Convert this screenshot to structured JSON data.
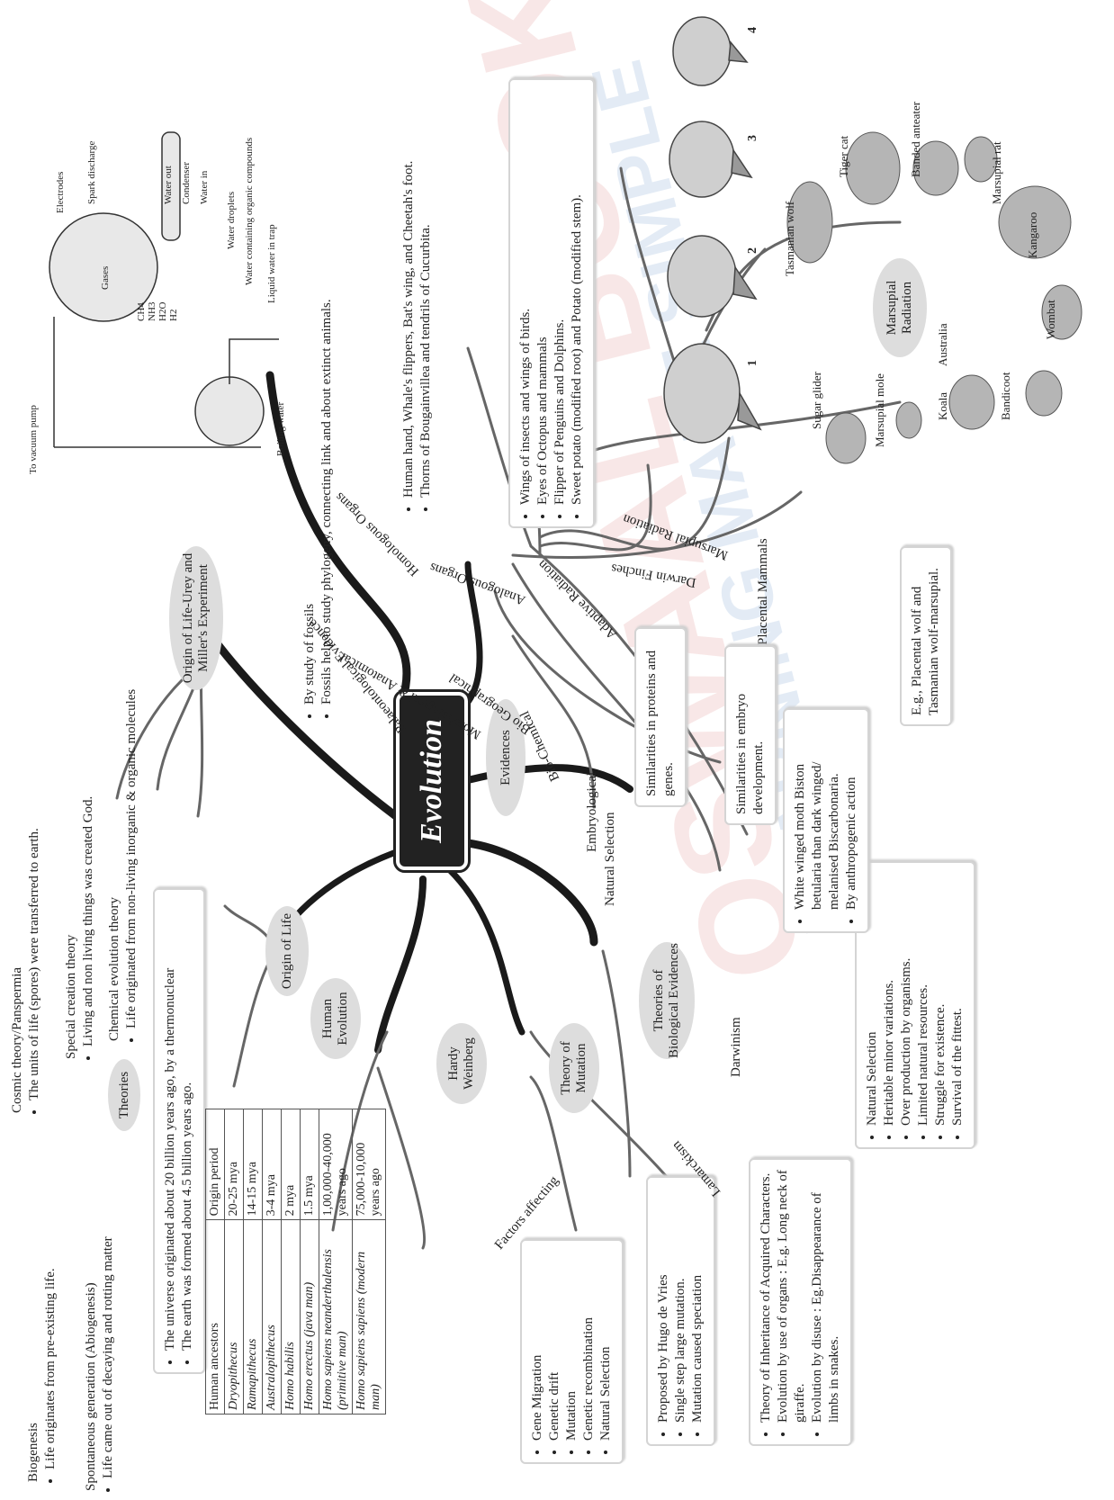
{
  "center_title": "Evolution",
  "watermark": [
    "OSWAAL BOOKS",
    "LEARNING MADE SIMPLE"
  ],
  "origin_of_life": {
    "label": "Origin of Life",
    "theories_label": "Theories",
    "theories": [
      {
        "title": "Cosmic theory/Panspermia",
        "point": "The units of life (spores) were transferred to earth."
      },
      {
        "title": "Special creation theory",
        "point": "Living and non living things was created God."
      },
      {
        "title": "Chemical evolution theory",
        "point": "Life originated from non-living inorganic & organic molecules"
      }
    ],
    "biogenesis": {
      "title": "Biogenesis",
      "point": "Life originates from pre-existing life."
    },
    "spontaneous": {
      "title": "Spontaneous generation (Abiogenesis)",
      "point": "Life came out of decaying and rotting matter"
    },
    "universe": [
      "The universe originated about 20 billion years ago, by a thermonuclear",
      "The earth was formed about 4.5 billion years ago."
    ]
  },
  "miller": {
    "label": "Origin of Life-Urey and Miller's Experiment",
    "apparatus_labels": [
      "Electrodes",
      "Spark discharge",
      "Gases",
      "Water out",
      "Condenser",
      "Water in",
      "Water droplets",
      "Water containing organic compounds",
      "Liquid water in trap",
      "Boiling water",
      "To vacuum pump"
    ],
    "gases": [
      "CH4",
      "NH3",
      "H2O",
      "H2"
    ]
  },
  "human_evolution": {
    "label": "Human Evolution",
    "table_header": [
      "Human ancestors",
      "Origin period"
    ],
    "table_rows": [
      [
        "Dryopithecus",
        "20-25 mya"
      ],
      [
        "Ramapithecus",
        "14-15 mya"
      ],
      [
        "Australopithecus",
        "3-4 mya"
      ],
      [
        "Homo habilis",
        "2 mya"
      ],
      [
        "Homo erectus (java man)",
        "1.5 mya"
      ],
      [
        "Homo sapiens neanderthalensis (primitive man)",
        "1,00,000-40,000 years ago"
      ],
      [
        "Homo sapiens sapiens (modern man)",
        "75,000-10,000 years ago"
      ]
    ]
  },
  "hardy_weinberg": {
    "label": "Hardy Weinberg",
    "branch": "Factors affecting",
    "factors": [
      "Gene Migration",
      "Genetic drift",
      "Mutation",
      "Genetic recombination",
      "Natural Selection"
    ]
  },
  "mutation": {
    "label": "Theory of Mutation",
    "points": [
      "Proposed by Hugo de Vries",
      "Single step large mutation.",
      "Mutation caused speciation"
    ]
  },
  "biological": {
    "label": "Theories of Biological Evidences",
    "darwinism_label": "Darwinism",
    "darwinism": [
      "Natural Selection",
      "Heritable minor variations.",
      "Over production by organisms.",
      "Limited natural resources.",
      "Struggle for existence.",
      "Survival of the fittest."
    ],
    "lamarckism_label": "Lamarckism",
    "lamarckism": [
      "Theory of Inheritance of Acquired Characters.",
      "Evolution by use of organs : E.g. Long neck of giraffe.",
      "Evolution by disuse : Eg.Disappearance of limbs in snakes."
    ]
  },
  "evidences": {
    "label": "Evidences",
    "paleontological_label": "Palaeontological Evidence",
    "paleontological": [
      "By study of fossils",
      "Fossils help to study phylogeny, connecting link and about extinct animals."
    ],
    "morphological_label": "Morphological & Anatomical",
    "homologous_label": "Homologous Organs",
    "homologous": [
      "Human hand, Whale's flippers, Bat's wing, and Cheetah's foot.",
      "Thorns of Bougainvillea and tendrils of Cucurbita."
    ],
    "analogous_label": "Analogous Organs",
    "analogous": [
      "Wings of insects and wings of birds.",
      "Eyes of Octopus and mammals",
      "Flipper of Penguins and Dolphins.",
      "Sweet potato (modified root) and Potato (modified stem)."
    ],
    "biogeo_label": "Bio Geographical",
    "adaptive_label": "Adaptive Radiation",
    "darwin_finches_label": "Darwin Finches",
    "finch_numbers": [
      "1",
      "2",
      "3",
      "4"
    ],
    "marsupial_label": "Marsupial Radiation",
    "marsupial_center": "Marsupial Radiation",
    "marsupial_sub": "Australia",
    "marsupials": [
      "Tasmanian wolf",
      "Tiger cat",
      "Banded anteater",
      "Marsupial rat",
      "Kangaroo",
      "Wombat",
      "Bandicoot",
      "Koala",
      "Marsupial mole",
      "Sugar glider"
    ],
    "placental_label": "Placental Mammals",
    "placental": "E.g., Placental wolf and Tasmanian wolf-marsupial.",
    "biochemical_label": "Bio-Chemical",
    "biochemical": "Similarities in proteins and genes.",
    "embryological_label": "Embryological",
    "embryological": "Similarities in embryo development.",
    "natural_label": "Natural Selection",
    "natural": [
      "White winged moth Biston betularia than dark winged/ melanised Biscarbonaria.",
      "By anthropogenic action"
    ]
  }
}
